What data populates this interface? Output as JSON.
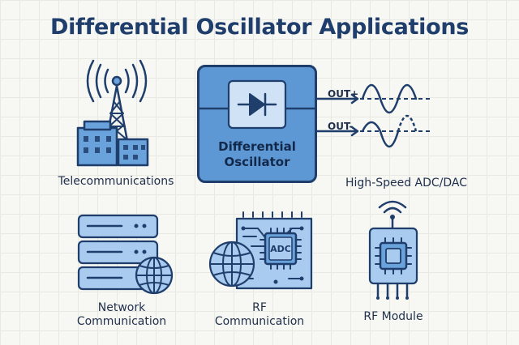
{
  "title": "Differential Oscillator Applications",
  "center": {
    "name_line1": "Differential",
    "name_line2": "Oscillator"
  },
  "outputs": {
    "positive": "OUT+",
    "negative": "OUT-"
  },
  "chip_label": "ADC",
  "applications": [
    {
      "label": "Telecommunications",
      "icon": "cell-tower-icon"
    },
    {
      "label": "High-Speed ADC/DAC",
      "icon": "sine-waves-icon"
    },
    {
      "label_line1": "Network",
      "label_line2": "Communication",
      "icon": "server-globe-icon"
    },
    {
      "label_line1": "RF",
      "label_line2": "Communication",
      "icon": "circuit-board-globe-icon"
    },
    {
      "label": "RF Module",
      "icon": "rf-module-icon"
    }
  ],
  "colors": {
    "outline": "#1f3e6b",
    "primary_blue": "#5e98d4",
    "light_blue": "#a9cbef",
    "background": "#f7f7f4"
  }
}
